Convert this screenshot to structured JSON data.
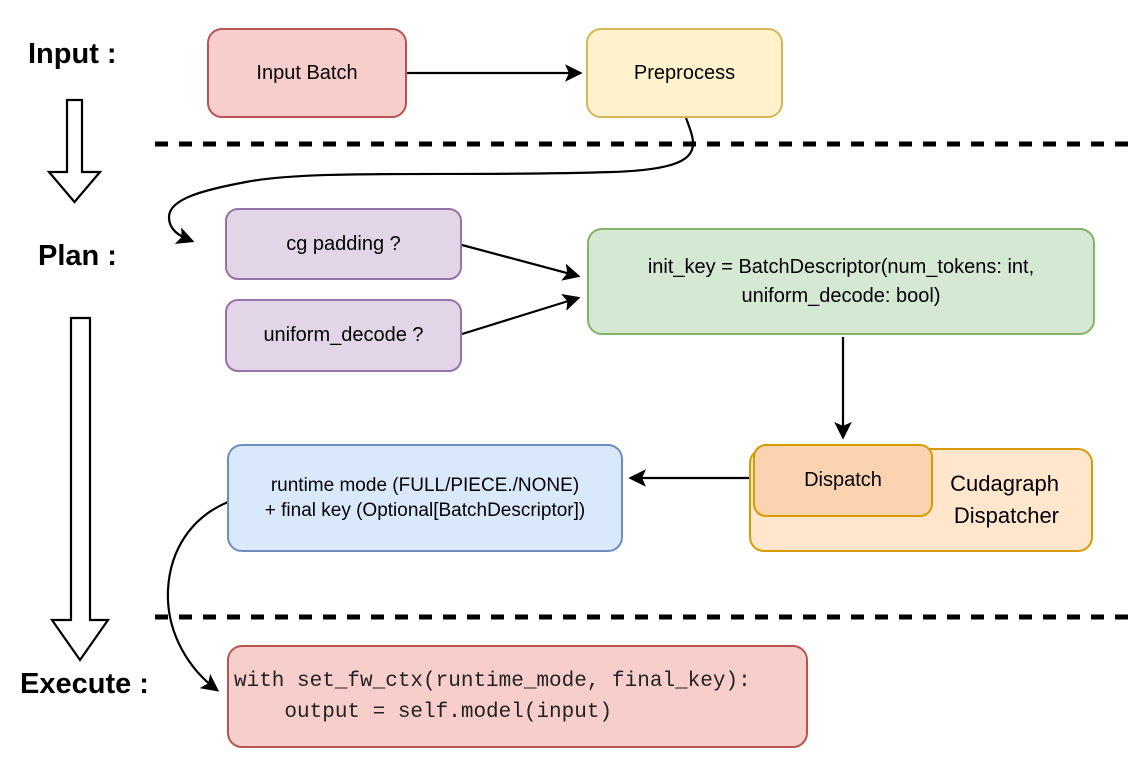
{
  "stages": {
    "input": "Input :",
    "plan": "Plan :",
    "execute": "Execute :"
  },
  "nodes": {
    "input_batch": "Input Batch",
    "preprocess": "Preprocess",
    "cg_padding": "cg padding ?",
    "uniform_decode": "uniform_decode ?",
    "init_key_line1": "init_key = BatchDescriptor(num_tokens: int,",
    "init_key_line2": "uniform_decode: bool)",
    "dispatch": "Dispatch",
    "dispatcher_line1": "Cudagraph",
    "dispatcher_line2": "Dispatcher",
    "runtime_line1": "runtime mode (FULL/PIECE./NONE)",
    "runtime_line2": "+ final key (Optional[BatchDescriptor])",
    "code_line1": "with set_fw_ctx(runtime_mode, final_key):",
    "code_line2": "    output = self.model(input)"
  },
  "colors": {
    "red_fill": "#f8cecc",
    "red_stroke": "#b85450",
    "yellow_fill": "#fff2cc",
    "yellow_stroke": "#d6b656",
    "purple_fill": "#e1d5e7",
    "purple_stroke": "#9673a6",
    "green_fill": "#d5e8d4",
    "green_stroke": "#82b366",
    "orange_outer_fill": "#ffe6cc",
    "orange_inner_fill": "#fbd3b0",
    "orange_stroke": "#d79b00",
    "blue_fill": "#dae8fc",
    "blue_stroke": "#6c8ebf",
    "connector": "#000000"
  }
}
